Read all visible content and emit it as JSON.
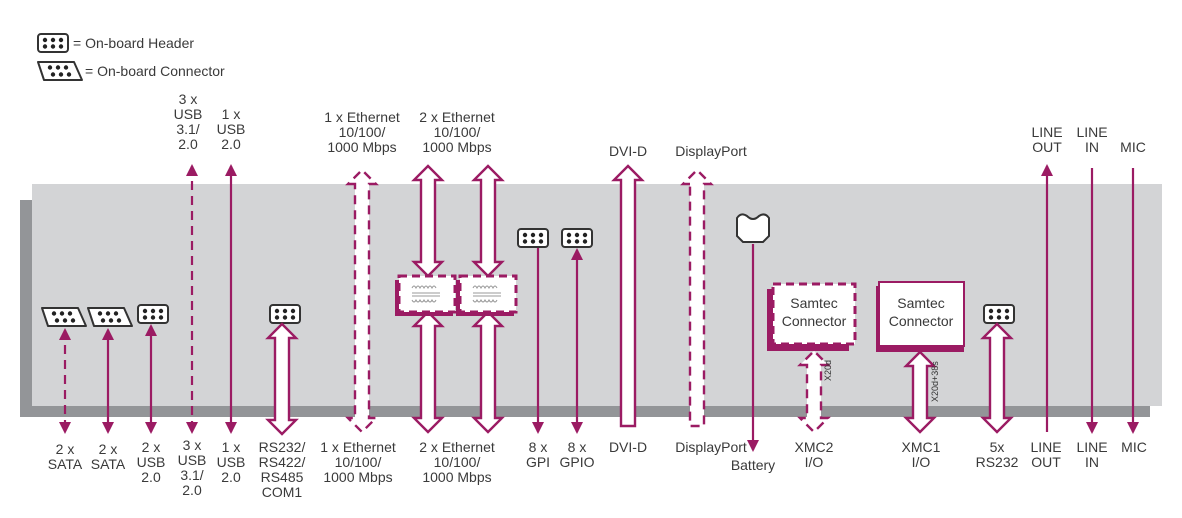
{
  "legend": {
    "header_label": "= On-board Header",
    "connector_label": "= On-board Connector"
  },
  "colors": {
    "accent": "#9b1b63",
    "board": "#d3d4d6",
    "board_shadow": "#939598",
    "text": "#3a3a3a"
  },
  "top_interfaces": [
    {
      "id": "usb31-top",
      "lines": [
        "3 x",
        "USB",
        "3.1/",
        "2.0"
      ],
      "style": "dashed-line"
    },
    {
      "id": "usb20-top",
      "lines": [
        "1 x",
        "USB",
        "2.0"
      ],
      "style": "solid-line"
    },
    {
      "id": "eth1-top",
      "lines": [
        "1 x Ethernet",
        "10/100/",
        "1000 Mbps"
      ],
      "style": "dashed-wide"
    },
    {
      "id": "eth2-top",
      "lines": [
        "2 x Ethernet",
        "10/100/",
        "1000 Mbps"
      ],
      "style": "solid-wide"
    },
    {
      "id": "dvi-top",
      "lines": [
        "DVI-D"
      ],
      "style": "solid-wide"
    },
    {
      "id": "dp-top",
      "lines": [
        "DisplayPort"
      ],
      "style": "dashed-wide"
    },
    {
      "id": "lineout-top",
      "lines": [
        "LINE",
        "OUT"
      ],
      "style": "solid-line"
    },
    {
      "id": "linein-top",
      "lines": [
        "LINE",
        "IN"
      ],
      "style": "solid-line"
    },
    {
      "id": "mic-top",
      "lines": [
        "MIC"
      ],
      "style": "solid-line"
    }
  ],
  "bottom_interfaces": [
    {
      "id": "sata1",
      "lines": [
        "2 x",
        "SATA"
      ],
      "style": "dashed-line"
    },
    {
      "id": "sata2",
      "lines": [
        "2 x",
        "SATA"
      ],
      "style": "solid-line"
    },
    {
      "id": "usb20x2",
      "lines": [
        "2 x",
        "USB",
        "2.0"
      ],
      "style": "solid-line"
    },
    {
      "id": "usb31-bottom",
      "lines": [
        "3 x",
        "USB",
        "3.1/",
        "2.0"
      ],
      "style": "dashed-line"
    },
    {
      "id": "usb20-bottom",
      "lines": [
        "1 x",
        "USB",
        "2.0"
      ],
      "style": "solid-line"
    },
    {
      "id": "com1",
      "lines": [
        "RS232/",
        "RS422/",
        "RS485",
        "COM1"
      ],
      "style": "solid-wide"
    },
    {
      "id": "eth1-bottom",
      "lines": [
        "1 x Ethernet",
        "10/100/",
        "1000 Mbps"
      ],
      "style": "dashed-wide"
    },
    {
      "id": "eth2-bottom",
      "lines": [
        "2 x Ethernet",
        "10/100/",
        "1000 Mbps"
      ],
      "style": "solid-wide"
    },
    {
      "id": "gpi",
      "lines": [
        "8 x",
        "GPI"
      ],
      "style": "solid-line"
    },
    {
      "id": "gpio",
      "lines": [
        "8 x",
        "GPIO"
      ],
      "style": "solid-line"
    },
    {
      "id": "dvi-bottom",
      "lines": [
        "DVI-D"
      ],
      "style": "solid-wide"
    },
    {
      "id": "dp-bottom",
      "lines": [
        "DisplayPort"
      ],
      "style": "dashed-wide"
    },
    {
      "id": "battery",
      "lines": [
        "Battery"
      ],
      "style": "solid-line"
    },
    {
      "id": "xmc2",
      "lines": [
        "XMC2",
        "I/O"
      ],
      "style": "dashed-wide"
    },
    {
      "id": "xmc1",
      "lines": [
        "XMC1",
        "I/O"
      ],
      "style": "solid-wide"
    },
    {
      "id": "rs232x5",
      "lines": [
        "5x",
        "RS232"
      ],
      "style": "solid-wide"
    },
    {
      "id": "lineout-bottom",
      "lines": [
        "LINE",
        "OUT"
      ],
      "style": "solid-line"
    },
    {
      "id": "linein-bottom",
      "lines": [
        "LINE",
        "IN"
      ],
      "style": "solid-line"
    },
    {
      "id": "mic-bottom",
      "lines": [
        "MIC"
      ],
      "style": "solid-line"
    }
  ],
  "samtec": {
    "xmc2_box": [
      "Samtec",
      "Connector"
    ],
    "xmc1_box": [
      "Samtec",
      "Connector"
    ],
    "xmc2_signal": "X20d",
    "xmc1_signal": "X20d+38s"
  }
}
